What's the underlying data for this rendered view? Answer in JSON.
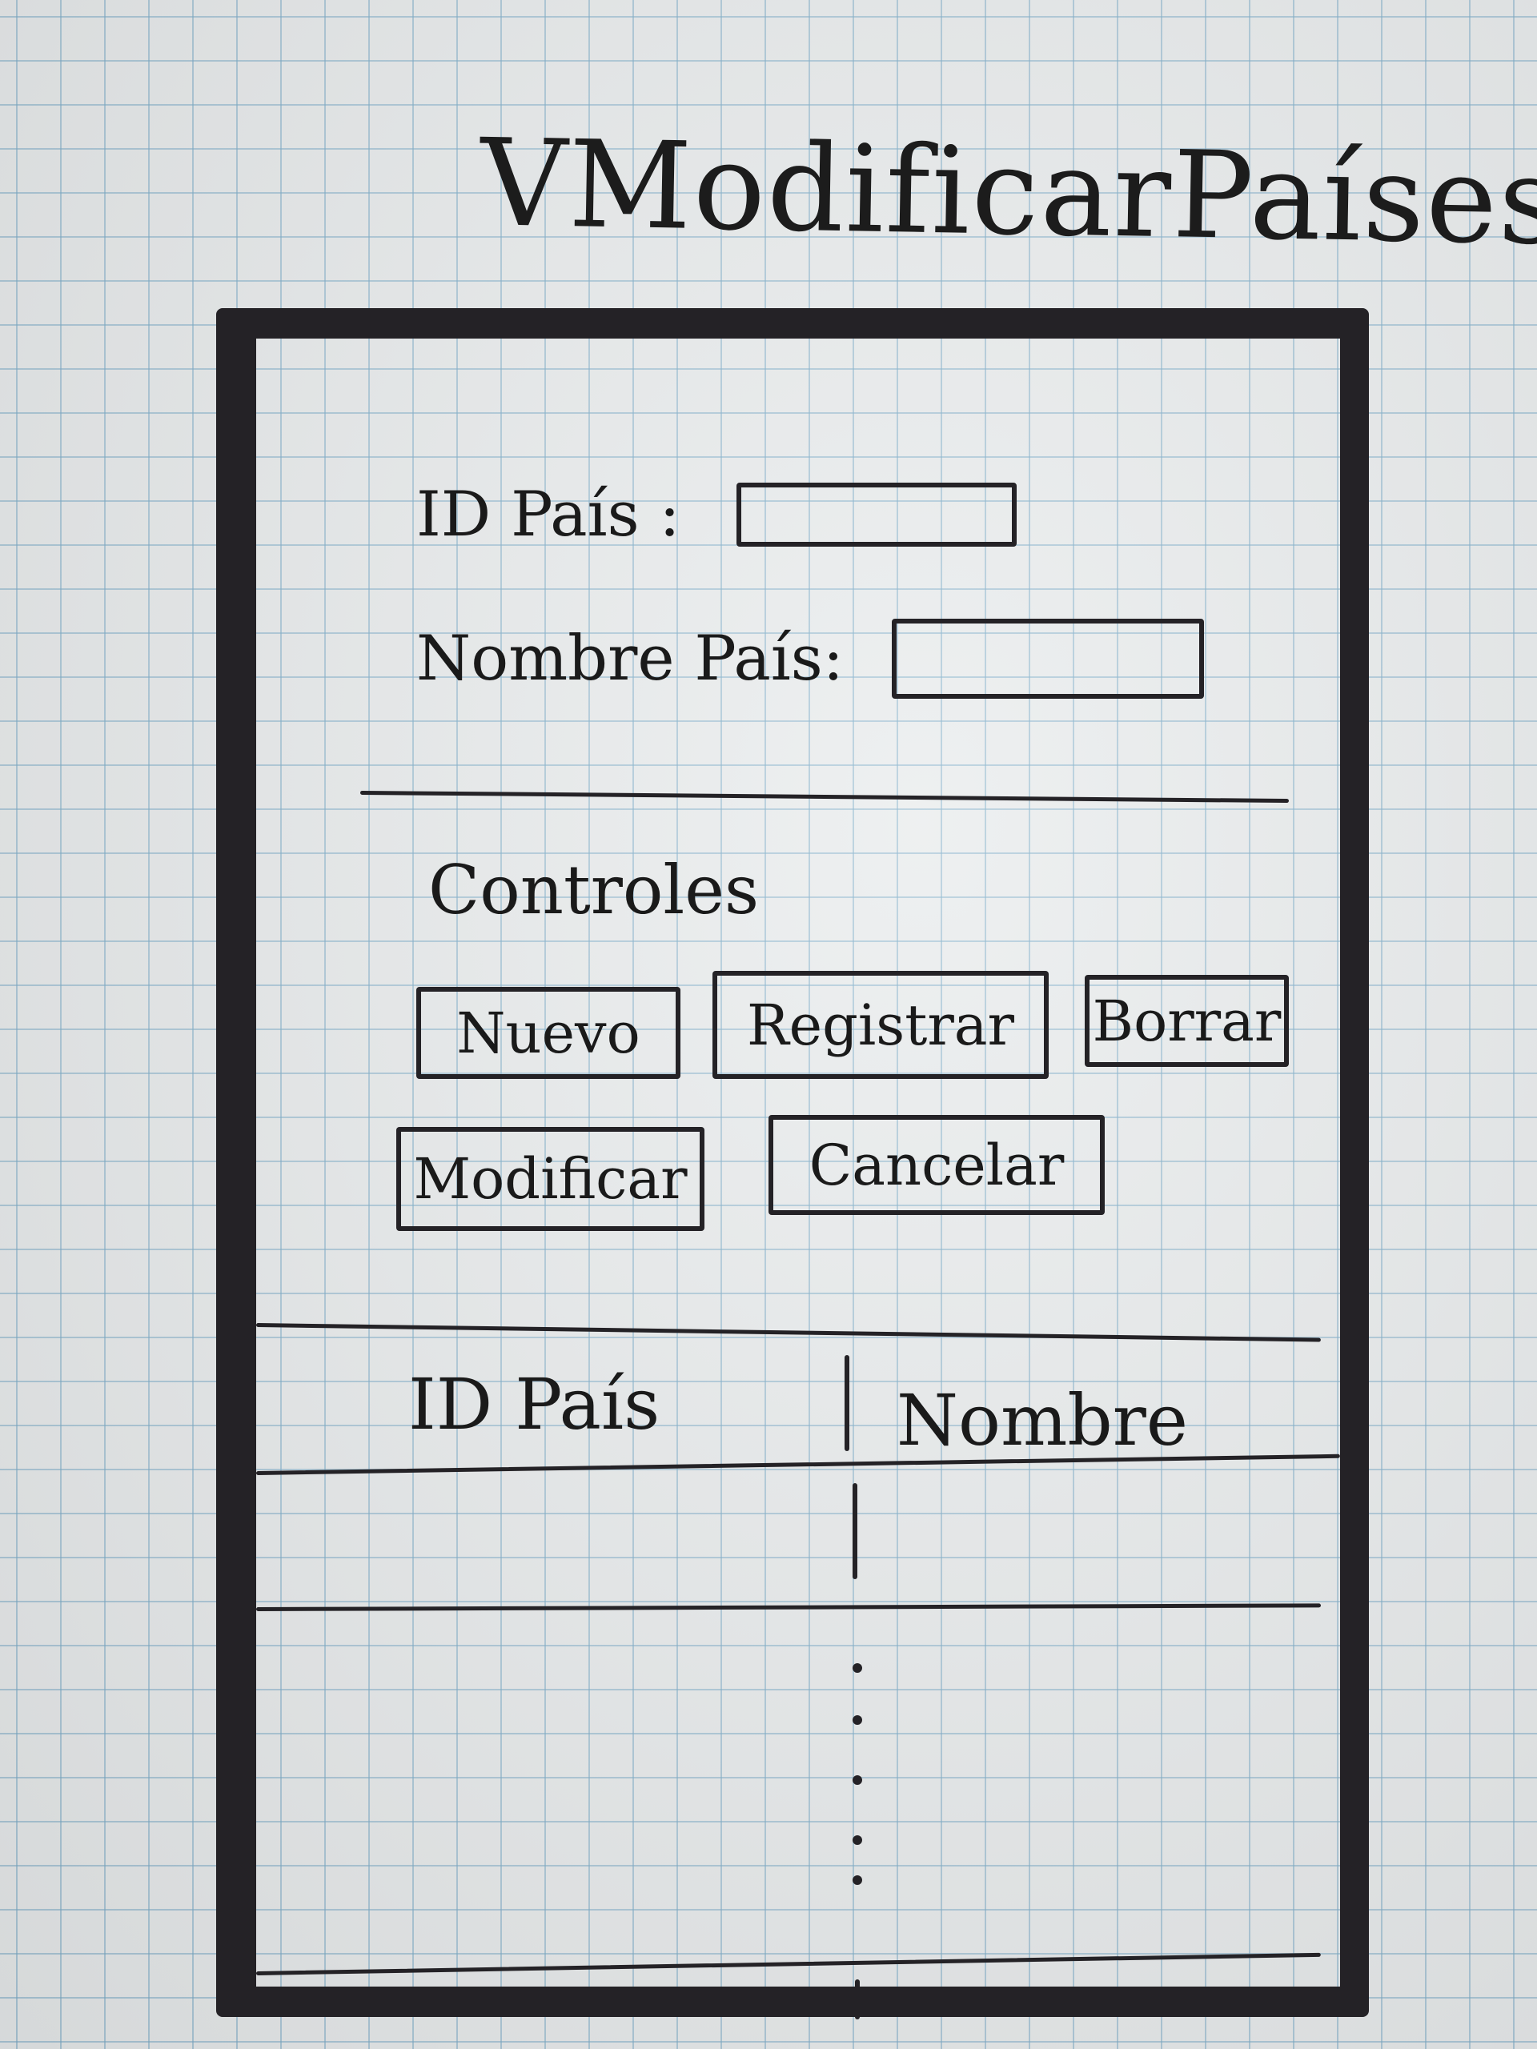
{
  "window": {
    "title": "VModificarPaíses"
  },
  "form": {
    "id_label": "ID País :",
    "id_value": "",
    "name_label": "Nombre País:",
    "name_value": ""
  },
  "controls": {
    "title": "Controles",
    "nuevo": "Nuevo",
    "registrar": "Registrar",
    "borrar": "Borrar",
    "modificar": "Modificar",
    "cancelar": "Cancelar"
  },
  "table": {
    "columns": [
      "ID País",
      "Nombre"
    ],
    "rows": []
  }
}
